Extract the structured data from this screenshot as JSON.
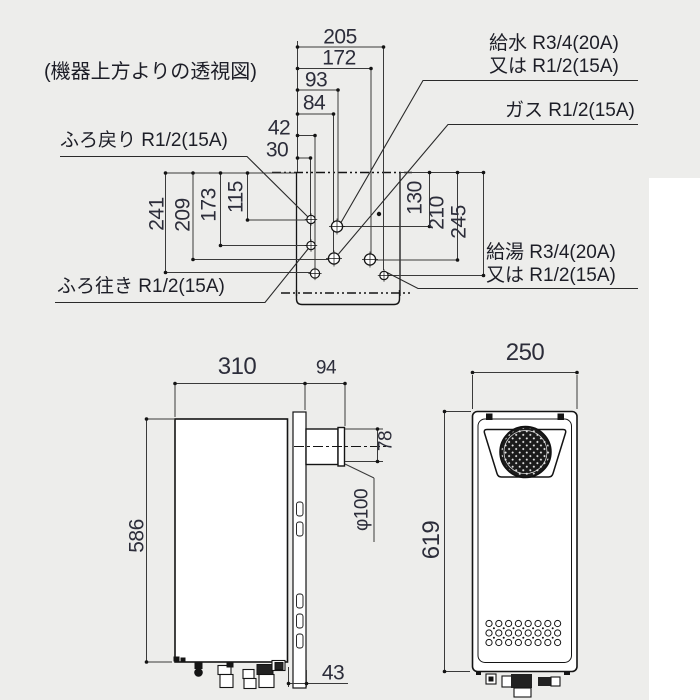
{
  "title": "(機器上方よりの透視図)",
  "colors": {
    "background": "#ededeb",
    "paper": "#ffffff",
    "object_line": "#141414",
    "dim_line": "#3a3a3a",
    "dim_text": "#2c2d3a",
    "label_text": "#1d1e27"
  },
  "top_view": {
    "h_dims": [
      "205",
      "172",
      "93",
      "84",
      "42",
      "30"
    ],
    "left_dims": [
      "241",
      "209",
      "173",
      "115"
    ],
    "right_dims": [
      "130",
      "210",
      "245"
    ],
    "labels": {
      "water_supply": {
        "line1": "給水 R3/4(20A)",
        "line2": "又は R1/2(15A)"
      },
      "gas": {
        "text": "ガス R1/2(15A)"
      },
      "hot_water": {
        "line1": "給湯 R3/4(20A)",
        "line2": "又は R1/2(15A)"
      },
      "bath_return": {
        "text": "ふろ戻り R1/2(15A)"
      },
      "bath_supply": {
        "text": "ふろ往き R1/2(15A)"
      }
    }
  },
  "side_view": {
    "dims": {
      "depth": "310",
      "duct_len": "94",
      "duct_h": "78",
      "duct_dia": "φ100",
      "height": "586",
      "wall_offset": "43"
    }
  },
  "front_view": {
    "dims": {
      "width": "250",
      "height": "619"
    }
  }
}
